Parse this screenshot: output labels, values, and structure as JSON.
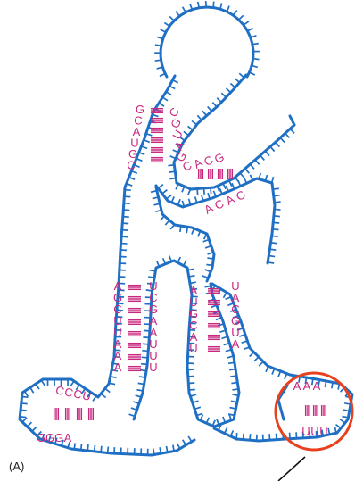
{
  "panel_label": "(A)",
  "colors": {
    "backbone": "#1f6fc4",
    "base_pair": "#c8287e",
    "highlight": "#e8401c",
    "pointer": "#111111"
  },
  "helices": {
    "upper_left_strand": [
      "G",
      "C",
      "A",
      "U",
      "G",
      "C"
    ],
    "upper_right_strand": [
      "C",
      "G",
      "U",
      "A",
      "G"
    ],
    "cross_helix_strand": [
      "C",
      "A",
      "C",
      "G"
    ],
    "cross_helix_partner": [
      "A",
      "C",
      "A",
      "C"
    ],
    "left_stem_left": [
      "A",
      "G",
      "C",
      "U",
      "U",
      "A",
      "A",
      "A"
    ],
    "left_stem_right": [
      "U",
      "C",
      "G",
      "A",
      "A",
      "U",
      "U",
      "U"
    ],
    "middle_stem_left": [
      "A",
      "U",
      "G",
      "C",
      "A",
      "U"
    ],
    "middle_stem_right": [
      "U",
      "A",
      "C",
      "G",
      "U",
      "A"
    ],
    "foot_top": [
      "C",
      "C",
      "C",
      "U"
    ],
    "foot_bottom": [
      "G",
      "G",
      "G",
      "A"
    ],
    "circled_top": [
      "A",
      "A",
      "A"
    ],
    "circled_bottom": [
      "U",
      "U",
      "U"
    ]
  }
}
